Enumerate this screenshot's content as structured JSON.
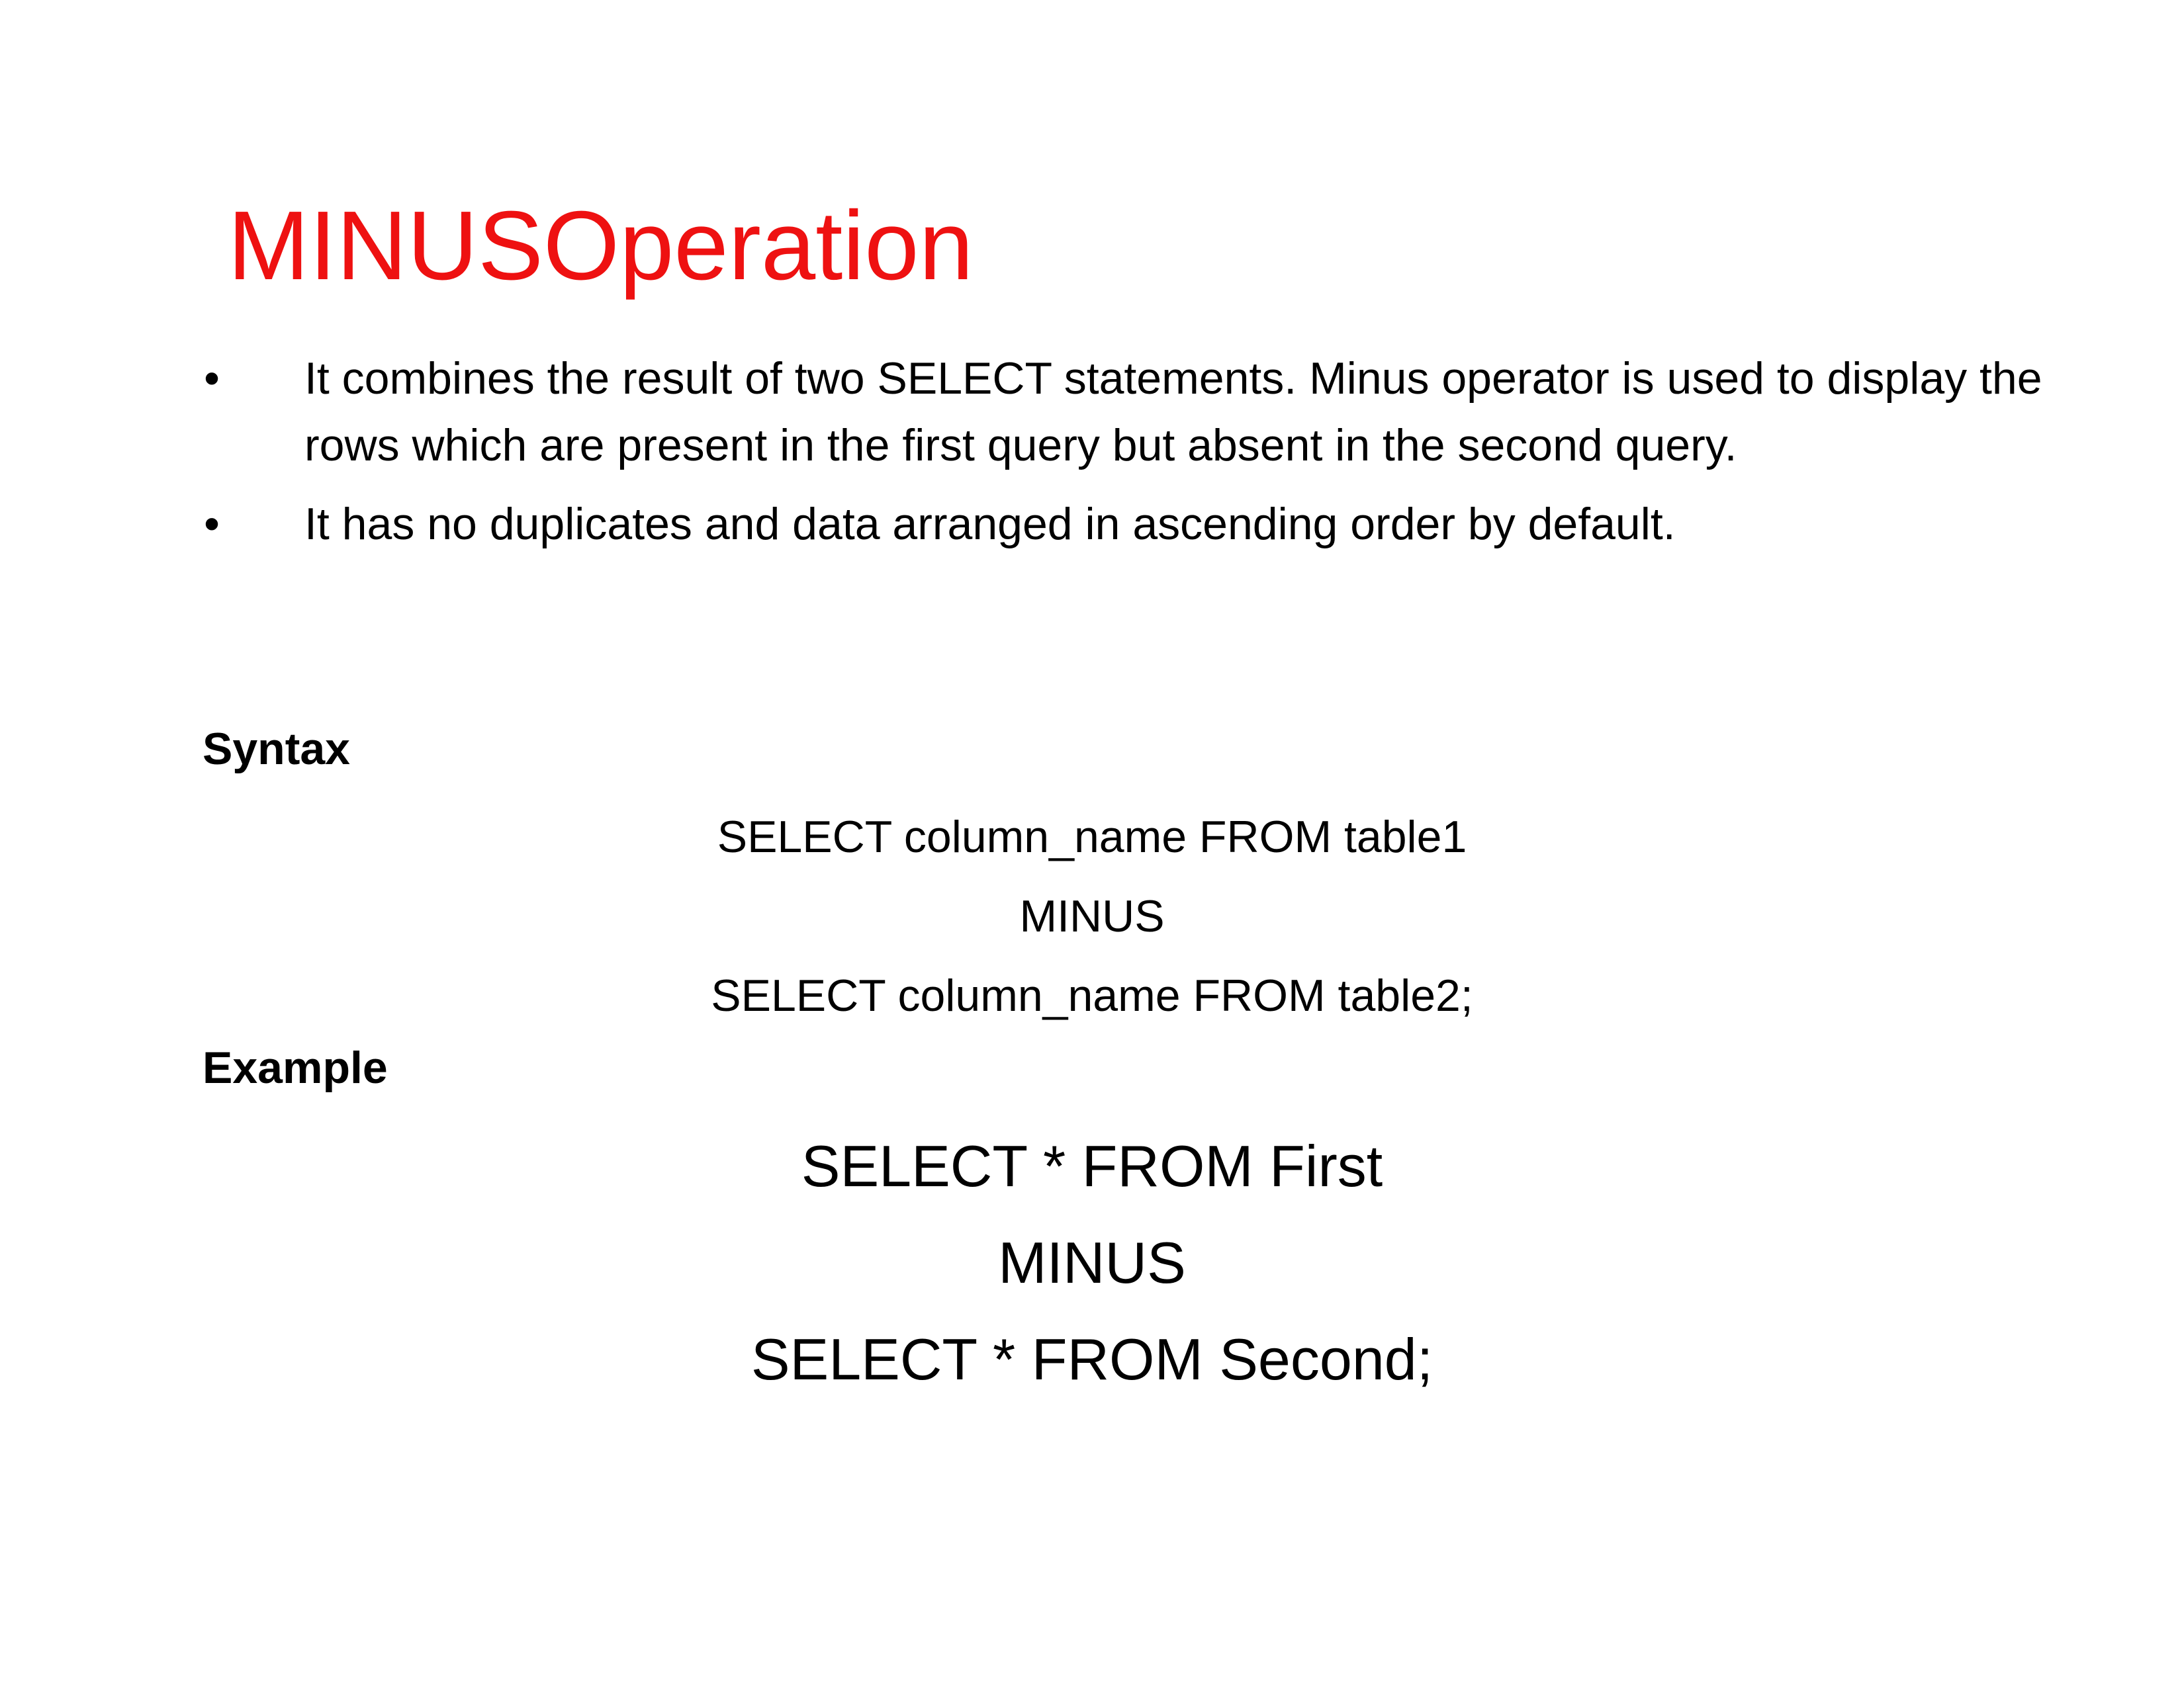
{
  "slide": {
    "title": "MINUSOperation",
    "title_color": "#ee1111",
    "bullets": [
      {
        "marker": "•",
        "text": "It combines the result of two SELECT statements. Minus operator is used to display the rows which are present in the first query but absent in the second query."
      },
      {
        "marker": "•",
        "text": "It has no duplicates and data arranged in ascending order by default."
      }
    ],
    "syntax": {
      "label": "Syntax",
      "lines": [
        "SELECT column_name FROM table1",
        "MINUS",
        "SELECT column_name FROM table2;"
      ]
    },
    "example": {
      "label": "Example",
      "lines": [
        "SELECT * FROM First",
        "MINUS",
        "SELECT * FROM Second;"
      ]
    }
  }
}
